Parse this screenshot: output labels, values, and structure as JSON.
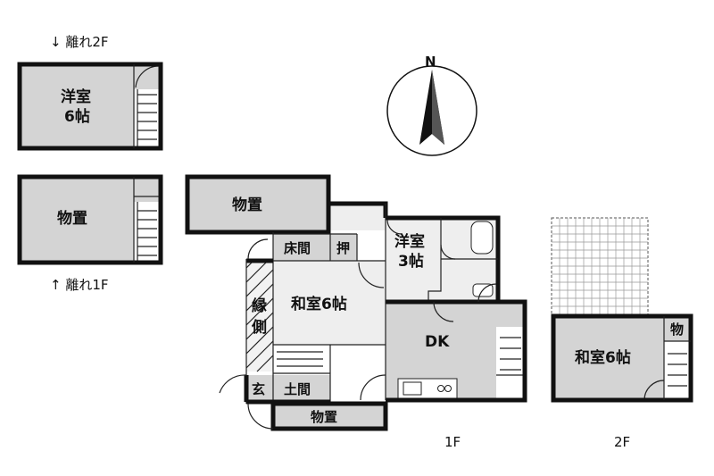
{
  "annex": {
    "floor2_label": "↓ 離れ2F",
    "floor1_label": "↑ 離れ1F",
    "room_2f_line1": "洋室",
    "room_2f_line2": "6帖",
    "storage_1f": "物置"
  },
  "compass": {
    "north": "N"
  },
  "floor1": {
    "label": "1F",
    "storage_top": "物置",
    "yukama": "床間",
    "oshi": "押",
    "youshitsu_line1": "洋室",
    "youshitsu_line2": "3帖",
    "washitsu": "和室6帖",
    "engawa_line1": "縁",
    "engawa_line2": "側",
    "dk": "DK",
    "genkan": "玄",
    "doma": "土間",
    "storage_bottom": "物置"
  },
  "floor2": {
    "label": "2F",
    "washitsu": "和室6帖",
    "storage": "物"
  }
}
